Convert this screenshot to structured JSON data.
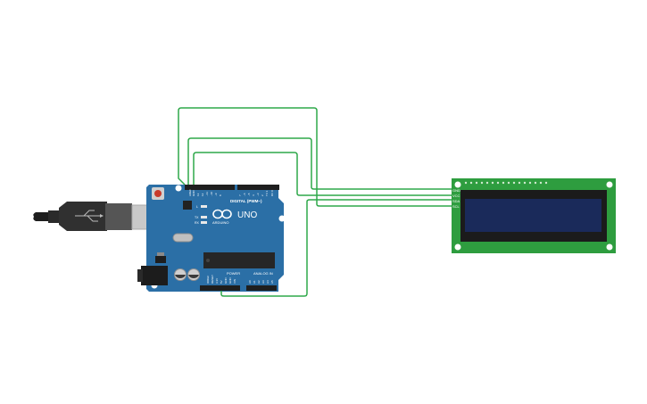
{
  "board": {
    "brand": "UNO",
    "maker": "ARDUINO",
    "digital_header_label": "DIGITAL (PWM~)",
    "power_label": "POWER",
    "analog_label": "ANALOG IN",
    "led_l": "L",
    "led_tx": "TX",
    "led_rx": "RX",
    "aref": "AREF",
    "gnd": "GND",
    "digital_pins": [
      "13",
      "12",
      "~11",
      "~10",
      "~9",
      "8",
      "7",
      "~6",
      "~5",
      "4",
      "~3",
      "2",
      "TX 1",
      "RX 0"
    ],
    "power_pins": [
      "IOREF",
      "RESET",
      "3.3V",
      "5V",
      "GND",
      "GND",
      "VIN"
    ],
    "analog_pins": [
      "A0",
      "A1",
      "A2",
      "A3",
      "A4",
      "A5"
    ]
  },
  "lcd": {
    "pin_labels": [
      "GND",
      "VCC",
      "SDA",
      "SCL"
    ]
  },
  "colors": {
    "board": "#2b6fa6",
    "wire": "#2fa84a",
    "lcd_pcb": "#2e9d3f",
    "lcd_screen": "#1a2a5a"
  }
}
